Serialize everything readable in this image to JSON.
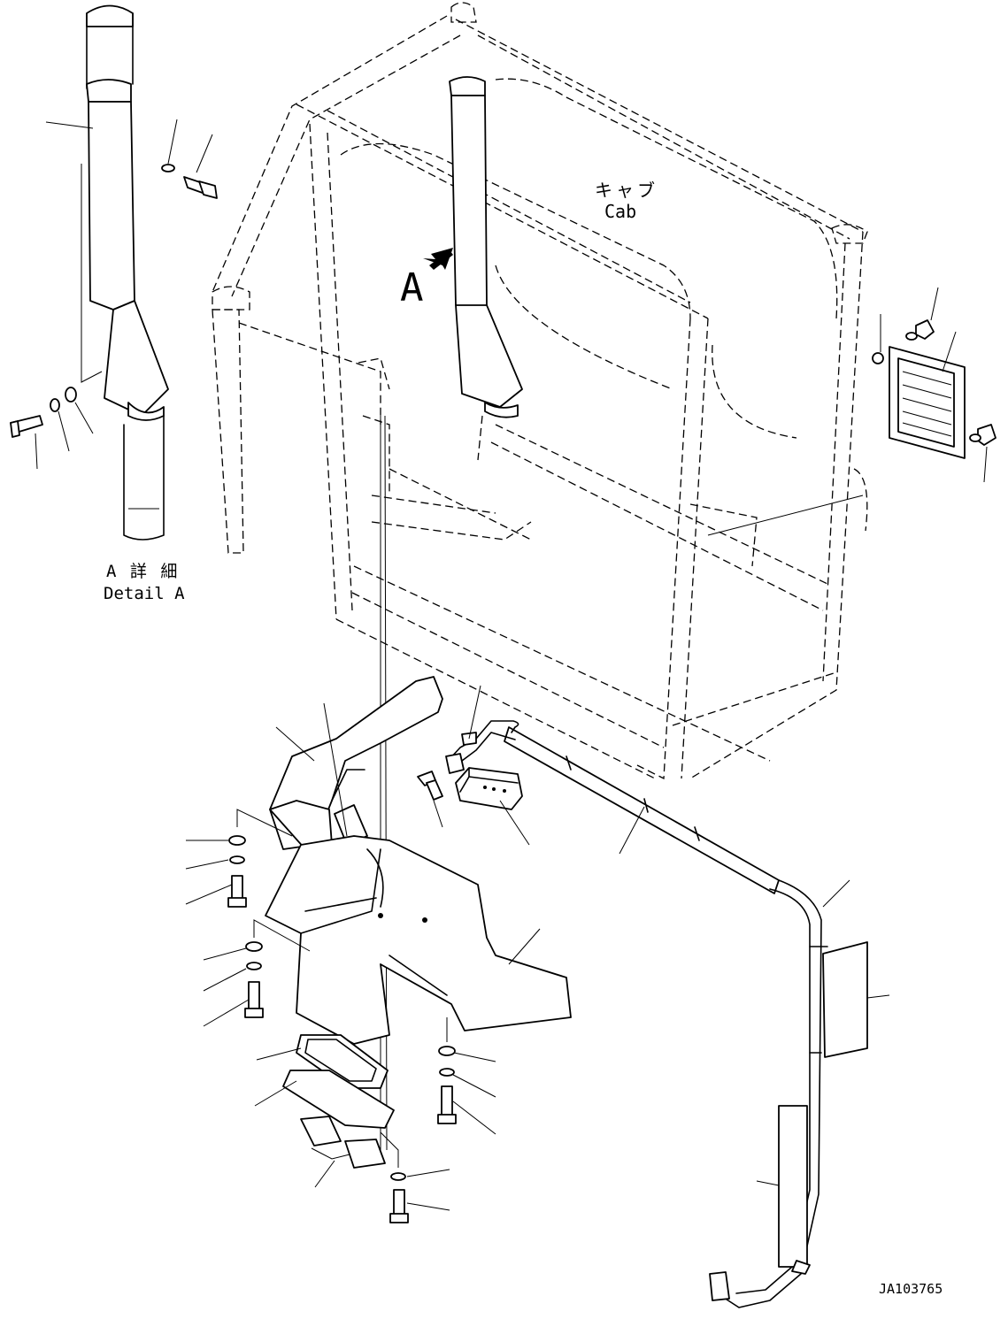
{
  "labels": {
    "cab_jp": "キャブ",
    "cab_en": "Cab",
    "view_arrow": "A",
    "detail_jp": "A 詳 細",
    "detail_en": "Detail A",
    "drawing_id": "JA103765"
  }
}
